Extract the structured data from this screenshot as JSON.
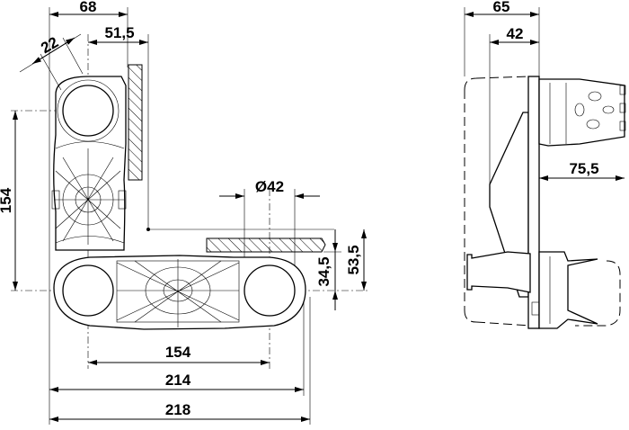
{
  "front_view": {
    "dim_width_overall": "68",
    "dim_clamp_width": "22",
    "dim_wall_offset": "51,5",
    "dim_vertical_spacing": "154",
    "dim_tube_diameter": "Ø42",
    "dim_height_small": "34,5",
    "dim_height_large": "53,5",
    "dim_horizontal_spacing": "154",
    "dim_length_214": "214",
    "dim_length_218": "218"
  },
  "side_view": {
    "dim_depth_overall": "65",
    "dim_depth_inner": "42",
    "dim_projection": "75,5"
  }
}
